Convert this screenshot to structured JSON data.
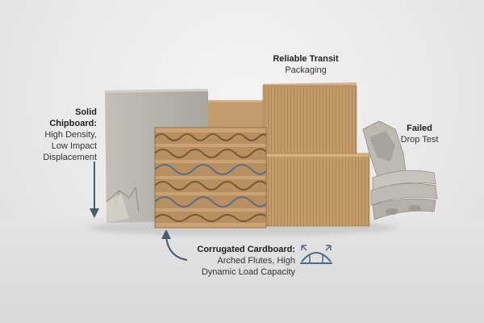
{
  "labels": {
    "chipboard": {
      "title_line1": "Solid",
      "title_line2": "Chipboard:",
      "desc_line1": "High Density,",
      "desc_line2": "Low Impact",
      "desc_line3": "Displacement"
    },
    "transit": {
      "title": "Reliable Transit",
      "desc": "Packaging"
    },
    "failed": {
      "title": "Failed",
      "desc": "Drop Test"
    },
    "corrugated": {
      "title": "Corrugated Cardboard:",
      "desc_line1": "Arched Flutes, High",
      "desc_line2": "Dynamic Load Capacity"
    }
  },
  "icons": {
    "chipboard_arrow": "arrow-down-icon",
    "corrugated_arrow": "curved-arrow-up-icon",
    "arch": "arch-flute-icon"
  },
  "colors": {
    "cardboard": "#c39a6b",
    "cardboard_dark": "#9c7446",
    "chipboard": "#b7b4ae",
    "pulp": "#bdbab3",
    "accent_blue": "#4a6a8a"
  }
}
